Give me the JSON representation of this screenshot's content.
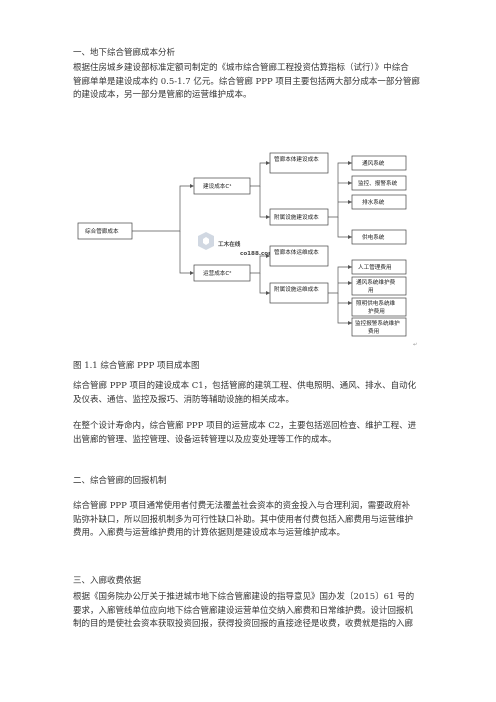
{
  "section1": {
    "heading": "一、地下综合管廊成本分析",
    "para1": [
      "根据住房城乡建设部标准定额司制定的《城市综合管廊工程投资估算指标（试行）》中综合",
      "管廊单单是建设成本约 0.5-1.7 亿元。综合管廊 PPP 项目主要包括两大部分成本一部分管廊",
      "的建设成本，另一部分是管廊的运营维护成本。"
    ],
    "caption": "图 1.1 综合管廊 PPP 项目成本图",
    "para2": [
      "综合管廊 PPP 项目的建设成本 C1，包括管廊的建筑工程、供电照明、通风、排水、自动化",
      "及仪表、通信、监控及报巧、消防等辅助设施的相关成本。"
    ],
    "para3": [
      "在整个设计寿命内，综合管廊 PPP 项目的运营成本 C2，主要包括巡回检查、维护工程、进",
      "出管廊的管理、监控管理、设备运转管理以及应变处理等工作的成本。"
    ]
  },
  "section2": {
    "heading": "二、综合管廊的回报机制",
    "para1": [
      "综合管廊  PPP  项目通常使用者付费无法覆盖社会资本的资金投入与合理利润，需要政府补",
      "贴弥补缺口，所以回报机制多为可行性缺口补助。其中使用者付费包括入廊费用与运营维护",
      "费用。入廊费与运营维护费用的计算依据则是建设成本与运营维护成本。"
    ]
  },
  "section3": {
    "heading": "三、入廊收费依据",
    "para1": [
      "根据《国务院办公厅关于推进城市地下综合管廊建设的指导意见》国办发〔2015〕61 号的",
      "要求，入廊管线单位应向地下综合管廊建设运营单位交纳入廊费和日常维护费。设计回报机",
      "制的目的是使社会资本获取投资回报，获得投资回报的直接途径是收费，收费就是指的入廊"
    ]
  },
  "diagram": {
    "root": "综合管廊成本",
    "level1": [
      "建设成本C¹",
      "运营成本C²"
    ],
    "level2": [
      "管廊本体建设成本",
      "附属设施建设成本",
      "管廊本体运维成本",
      "附属设施运维成本"
    ],
    "level3_build": [
      "通风系统",
      "监控、报警系统",
      "排水系统",
      "供电系统"
    ],
    "level3_ops": [
      "人工管理费用",
      [
        "通风系统维护费",
        "用"
      ],
      [
        "照明供电系统维",
        "护费用"
      ],
      [
        "监控报警系统维护",
        "费用"
      ]
    ],
    "watermark": "工木在线",
    "watermark_sub": "co188.com",
    "corner_mark": "↵"
  }
}
